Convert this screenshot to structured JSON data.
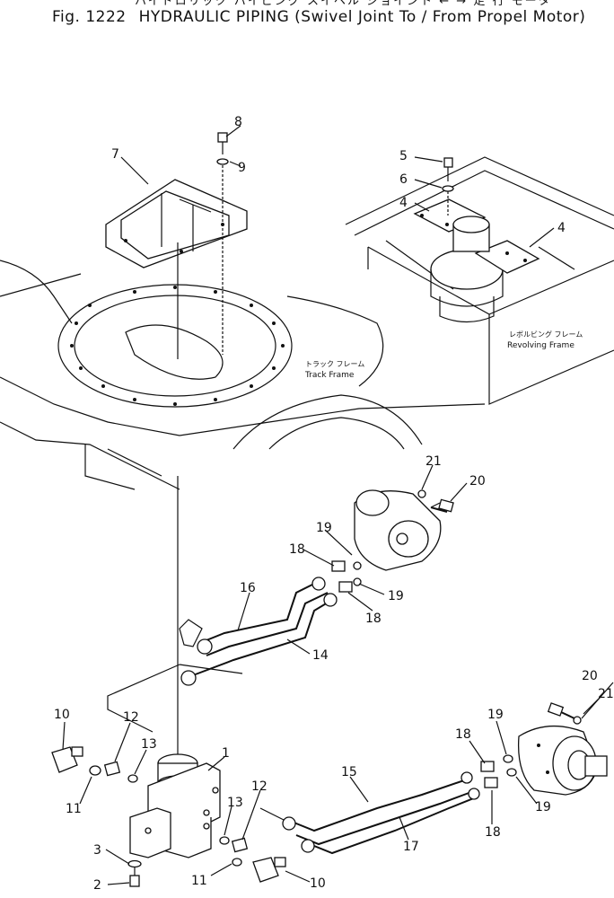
{
  "header": {
    "japanese": "ハイドロリック パイピング スイベル ジョイント ← → 走 行 モータ",
    "fig": "Fig. 1222",
    "title": "HYDRAULIC PIPING (Swivel Joint To / From Propel Motor)"
  },
  "labels": {
    "revolving_frame_jp": "レボルビング フレーム",
    "revolving_frame": "Revolving Frame",
    "track_frame_jp": "トラック フレーム",
    "track_frame": "Track Frame"
  },
  "callouts": {
    "c1": "1",
    "c2": "2",
    "c3": "3",
    "c4a": "4",
    "c4b": "4",
    "c5": "5",
    "c6": "6",
    "c7": "7",
    "c8": "8",
    "c9": "9",
    "c10a": "10",
    "c10b": "10",
    "c11a": "11",
    "c11b": "11",
    "c12a": "12",
    "c12b": "12",
    "c13a": "13",
    "c13b": "13",
    "c14": "14",
    "c15": "15",
    "c16": "16",
    "c17": "17",
    "c18a": "18",
    "c18b": "18",
    "c18c": "18",
    "c18d": "18",
    "c19a": "19",
    "c19b": "19",
    "c19c": "19",
    "c19d": "19",
    "c20a": "20",
    "c20b": "20",
    "c21a": "21",
    "c21b": "21"
  }
}
